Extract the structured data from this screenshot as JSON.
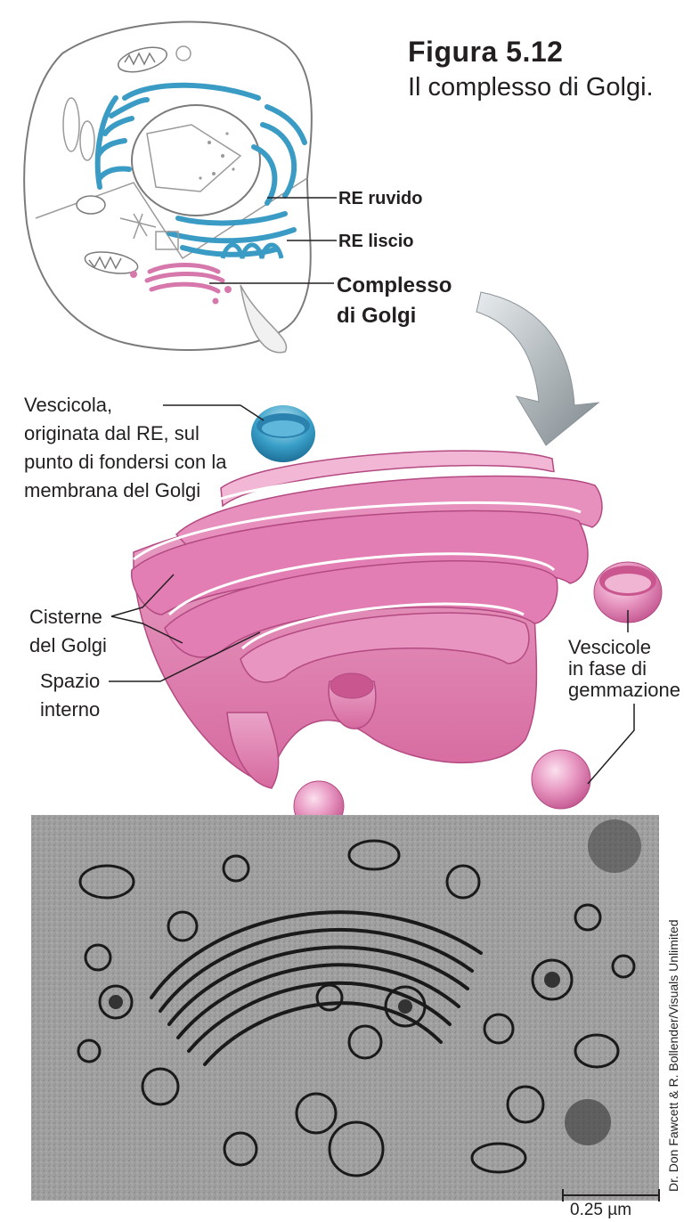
{
  "figure": {
    "number": "Figura 5.12",
    "caption": "Il complesso di Golgi."
  },
  "cell_labels": {
    "re_rough": "RE ruvido",
    "re_smooth": "RE liscio",
    "golgi_line1": "Complesso",
    "golgi_line2": "di Golgi"
  },
  "golgi_labels": {
    "vesicle_line1": "Vescicola,",
    "vesicle_line2": "originata dal RE, sul",
    "vesicle_line3": "punto di fondersi con la",
    "vesicle_line4": "membrana del Golgi",
    "cisterne_line1": "Cisterne",
    "cisterne_line2": "del Golgi",
    "spazio_line1": "Spazio",
    "spazio_line2": "interno",
    "budding_line1": "Vescicole",
    "budding_line2": "in fase di",
    "budding_line3": "gemmazione"
  },
  "micrograph": {
    "credit": "Dr. Don Fawcett & R. Bollender/Visuals Unlimited",
    "scale": "0.25 µm"
  },
  "colors": {
    "er_blue": "#3a9cc4",
    "golgi_pink": "#e28bb8",
    "golgi_light": "#f4c6df",
    "arrow_gray": "#9aa3a8",
    "micrograph_bg": "#9a9a9a"
  }
}
